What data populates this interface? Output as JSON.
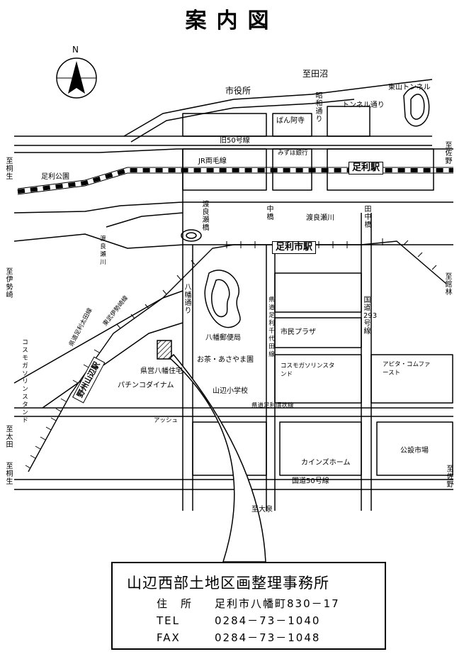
{
  "title": "案内図",
  "compass": {
    "label": "N"
  },
  "labels": {
    "to_tanuma": "至田沼",
    "city_hall": "市役所",
    "showa_dori": "昭和通り",
    "higashiyama_tunnel": "東山トンネル",
    "tunnel_dori": "トンネル通り",
    "banna_ji": "ばん阿寺",
    "old_route50": "旧50号線",
    "mizuho_bank": "みずほ銀行",
    "jr_ryomo": "JR両毛線",
    "ashikaga_station": "足利駅",
    "to_sano_top": "至佐野",
    "to_kiryu": "至桐生",
    "ashikaga_park": "足利公園",
    "watarase_bridge": "渡良瀬橋",
    "naka_bridge": "中橋",
    "watarase_river": "渡良瀬川",
    "tanaka_bridge": "田中橋",
    "mizuno_river": "渡良瀬川",
    "ashikagashi_station": "足利市駅",
    "to_isesaki": "至伊勢崎",
    "hachiman_dori": "八幡通り",
    "pref_road_ashikaga_chiyoda": "県道足利千代田線",
    "route293": "国道293号線",
    "to_tatebayashi": "至館林",
    "shimin_plaza": "市民プラザ",
    "hachiman_post": "八幡郵便局",
    "tozai_isesaki": "東武伊勢崎線",
    "pref_road_ashikaga_ota": "県道足利太田線",
    "yamabe_station": "野州山辺駅",
    "tea_shop": "お茶・あさやま園",
    "pref_housing": "県営八幡住宅",
    "pachinko": "パチンコダイナム",
    "yamabe_school": "山辺小学校",
    "cosmo_gas_left": "コスモガソリンスタンド",
    "cosmo_gas_mid": "コスモガソリンスタンド",
    "apita": "アピタ・コムファースト",
    "pref_road_ashikaga_tozai": "県道足利環状線",
    "asshu": "アッシュ",
    "to_ota": "至太田",
    "to_kiryu_bottom": "至桐生",
    "kainz": "カインズホーム",
    "public_market": "公設市場",
    "to_sano_bottom": "至佐野",
    "route50": "国道50号線",
    "to_ooizumi": "至大泉"
  },
  "office": {
    "name": "山辺西部土地区画整理事務所",
    "address_key": "住　所",
    "address": "足利市八幡町830－17",
    "tel_key": "TEL",
    "tel": "0284－73－1040",
    "fax_key": "FAX",
    "fax": "0284－73－1048"
  }
}
